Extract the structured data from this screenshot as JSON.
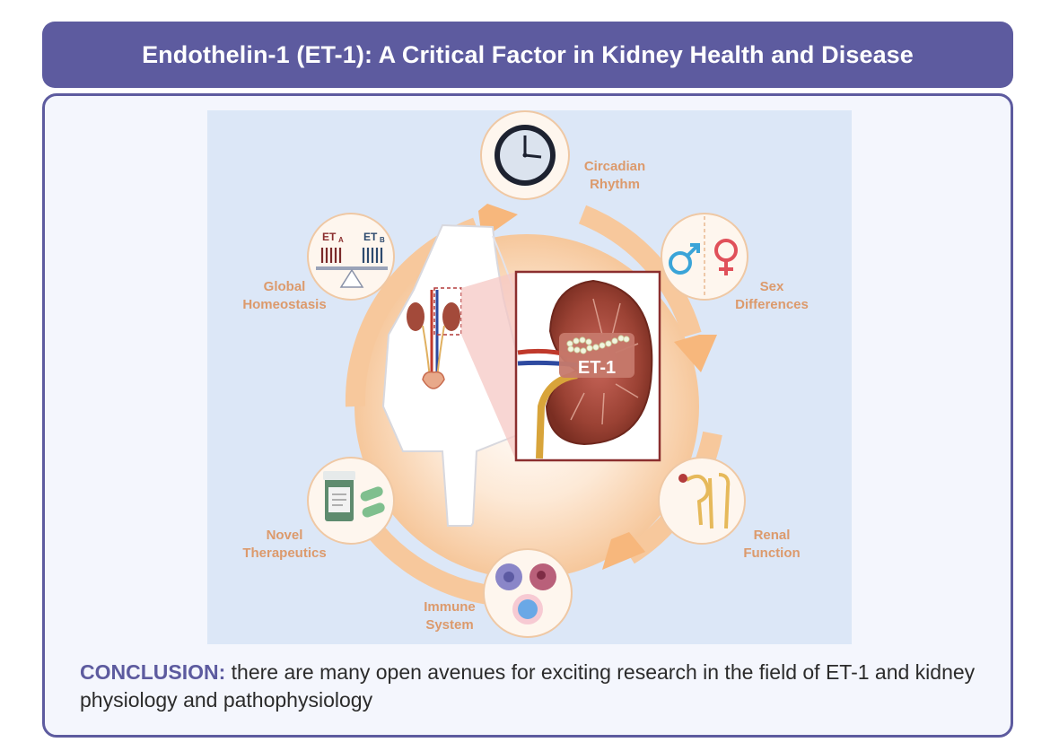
{
  "title": "Endothelin-1 (ET-1): A Critical Factor in Kidney Health and Disease",
  "diagram": {
    "center_label": "ET-1",
    "nodes": [
      {
        "id": "circadian",
        "label_line1": "Circadian",
        "label_line2": "Rhythm",
        "icon": "clock-icon"
      },
      {
        "id": "sex",
        "label_line1": "Sex",
        "label_line2": "Differences",
        "icon": "male-female-icon"
      },
      {
        "id": "renal",
        "label_line1": "Renal",
        "label_line2": "Function",
        "icon": "nephron-icon"
      },
      {
        "id": "immune",
        "label_line1": "Immune",
        "label_line2": "System",
        "icon": "immune-cells-icon"
      },
      {
        "id": "therapeutics",
        "label_line1": "Novel",
        "label_line2": "Therapeutics",
        "icon": "pill-bottle-icon"
      },
      {
        "id": "homeostasis",
        "label_line1": "Global",
        "label_line2": "Homeostasis",
        "icon": "receptor-balance-icon"
      }
    ],
    "receptors": {
      "a_main": "ET",
      "a_sub": "A",
      "b_main": "ET",
      "b_sub": "B"
    },
    "colors": {
      "title_bar": "#5d5b9f",
      "label": "#dc9a6c",
      "arrow_ring": "#f7c89c",
      "kidney": "#8b3a2e",
      "background": "#dce7f7"
    }
  },
  "conclusion": {
    "lead": "CONCLUSION:",
    "text": " there are many open avenues for exciting research in the field of ET-1 and kidney physiology and pathophysiology"
  }
}
